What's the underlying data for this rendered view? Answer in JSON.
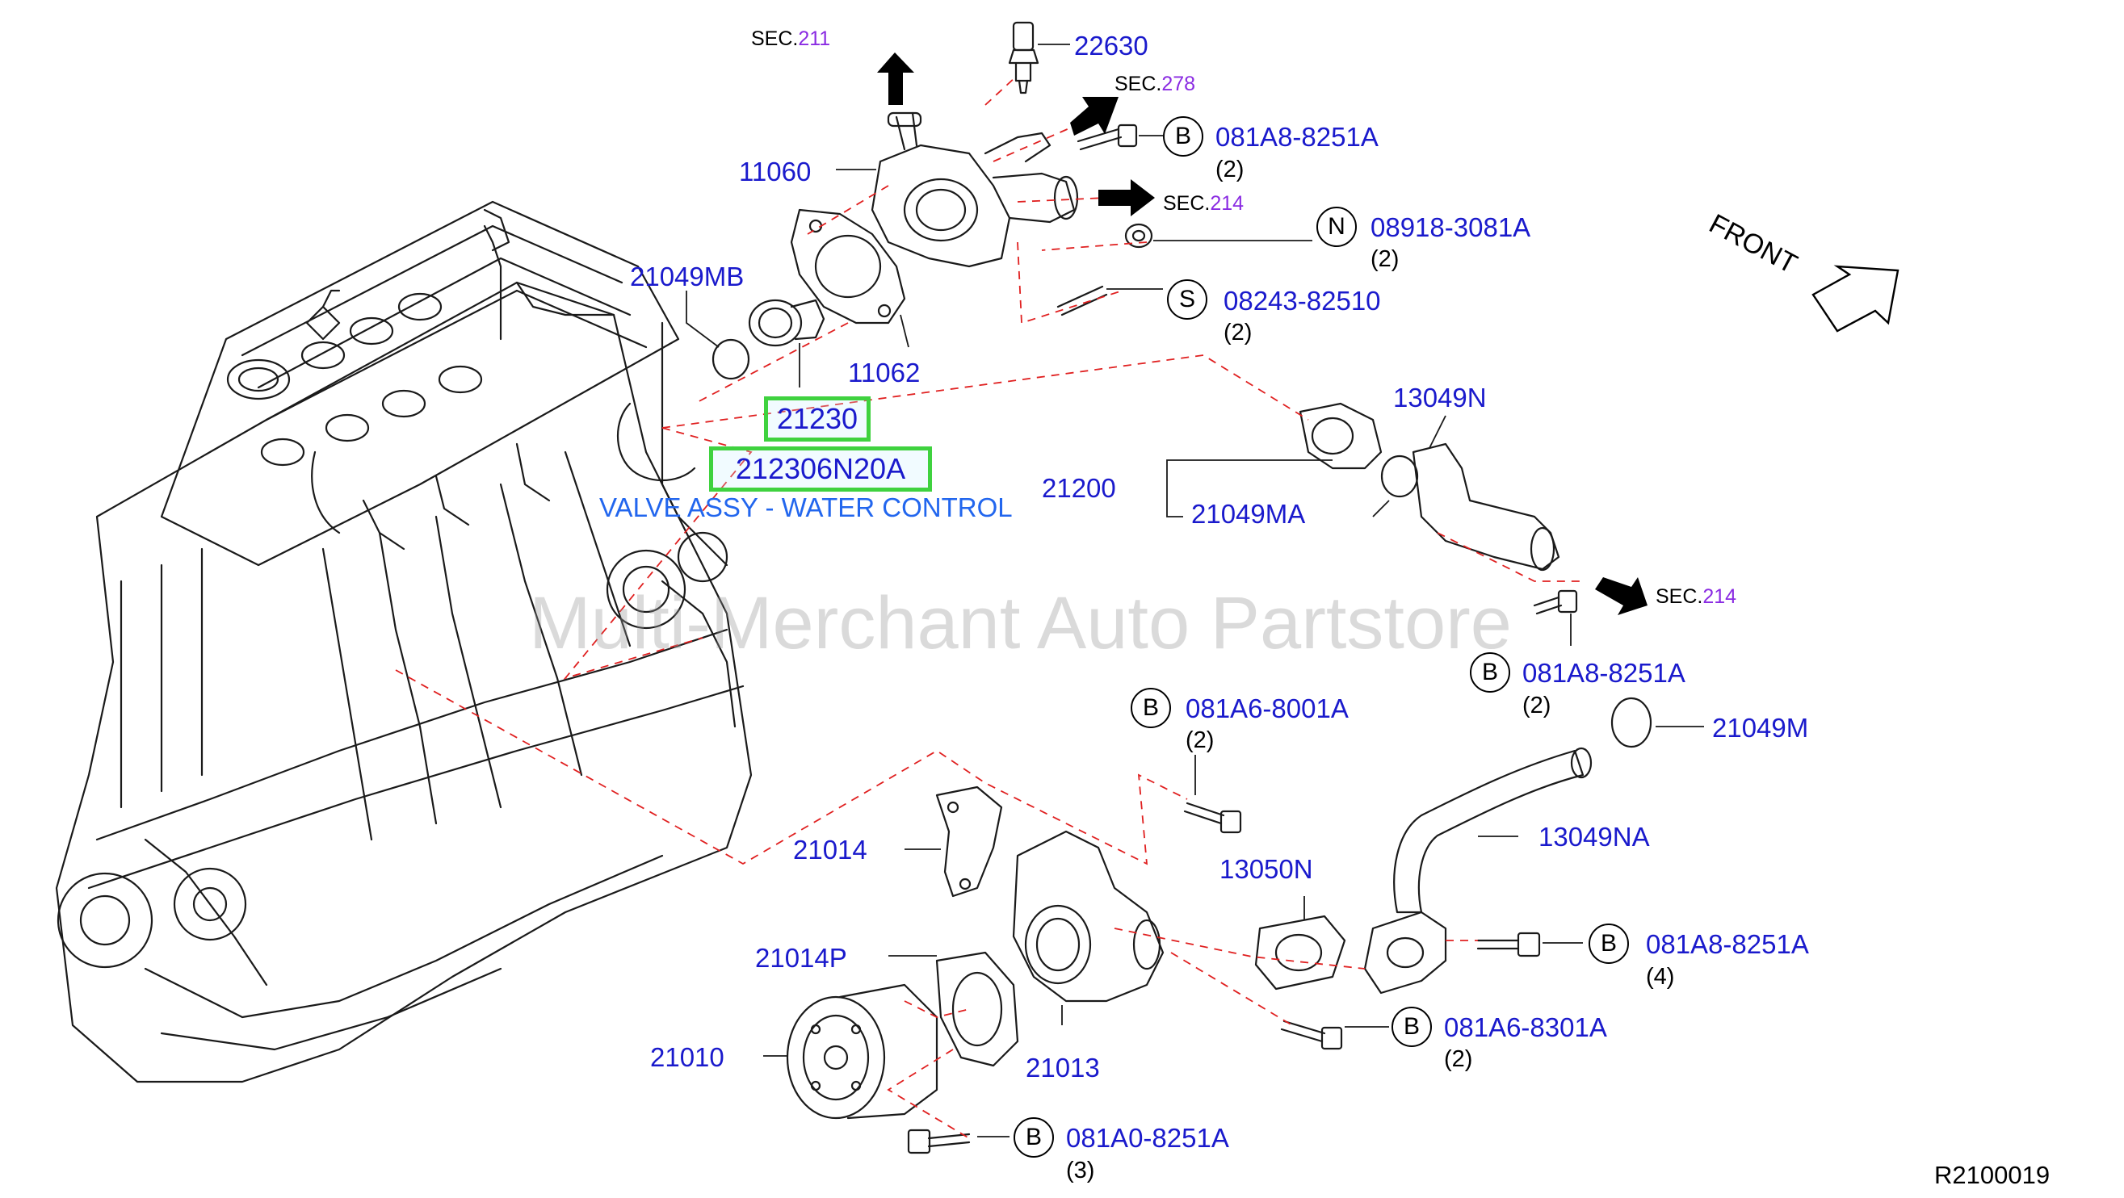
{
  "watermark": "Multi-Merchant Auto Partstore",
  "diagram_ref": "R2100019",
  "front_label": "FRONT",
  "highlight": {
    "part": "21230",
    "part_number": "212306N20A",
    "description": "VALVE ASSY - WATER CONTROL"
  },
  "sec_refs": {
    "s211": {
      "prefix": "SEC.",
      "num": "211"
    },
    "s278": {
      "prefix": "SEC.",
      "num": "278"
    },
    "s214a": {
      "prefix": "SEC.",
      "num": "214"
    },
    "s214b": {
      "prefix": "SEC.",
      "num": "214"
    }
  },
  "parts": {
    "p22630": "22630",
    "p11060": "11060",
    "p11062": "11062",
    "p21049MB": "21049MB",
    "p13049N": "13049N",
    "p21200": "21200",
    "p21049MA": "21049MA",
    "p21049M": "21049M",
    "p13049NA": "13049NA",
    "p21014": "21014",
    "p13050N": "13050N",
    "p21014P": "21014P",
    "p21010": "21010",
    "p21013": "21013"
  },
  "callouts": {
    "c1": {
      "letter": "B",
      "part": "081A8-8251A",
      "qty": "(2)"
    },
    "c2": {
      "letter": "N",
      "part": "08918-3081A",
      "qty": "(2)"
    },
    "c3": {
      "letter": "S",
      "part": "08243-82510",
      "qty": "(2)"
    },
    "c4": {
      "letter": "B",
      "part": "081A8-8251A",
      "qty": "(2)"
    },
    "c5": {
      "letter": "B",
      "part": "081A6-8001A",
      "qty": "(2)"
    },
    "c6": {
      "letter": "B",
      "part": "081A8-8251A",
      "qty": "(4)"
    },
    "c7": {
      "letter": "B",
      "part": "081A6-8301A",
      "qty": "(2)"
    },
    "c8": {
      "letter": "B",
      "part": "081A0-8251A",
      "qty": "(3)"
    }
  },
  "colors": {
    "part_label": "#1a1acc",
    "sec_number": "#8a2be2",
    "highlight_border": "#3fd23f",
    "description": "#2266ee",
    "dashed_line": "#e02020"
  }
}
